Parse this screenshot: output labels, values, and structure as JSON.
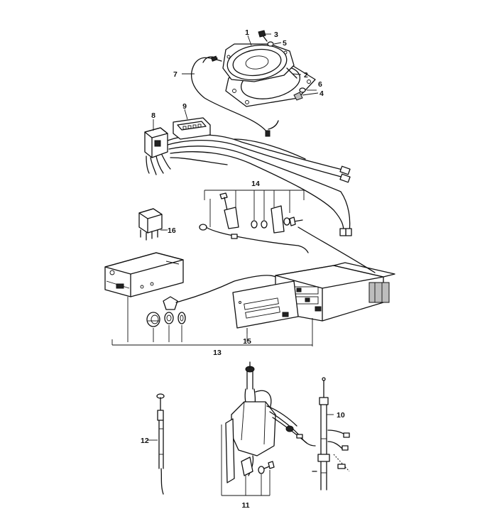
{
  "callouts": [
    {
      "id": "1",
      "label": "1"
    },
    {
      "id": "2",
      "label": "2"
    },
    {
      "id": "3",
      "label": "3"
    },
    {
      "id": "4",
      "label": "4"
    },
    {
      "id": "5",
      "label": "5"
    },
    {
      "id": "6",
      "label": "6"
    },
    {
      "id": "7",
      "label": "7"
    },
    {
      "id": "8",
      "label": "8"
    },
    {
      "id": "9",
      "label": "9"
    },
    {
      "id": "10",
      "label": "10"
    },
    {
      "id": "11",
      "label": "11"
    },
    {
      "id": "12",
      "label": "12"
    },
    {
      "id": "13",
      "label": "13"
    },
    {
      "id": "14",
      "label": "14"
    },
    {
      "id": "15",
      "label": "15"
    },
    {
      "id": "16",
      "label": "16"
    }
  ],
  "parts": {
    "speaker": "speaker",
    "speaker_frame": "speaker-frame",
    "wiring_harness": "wiring-harness",
    "relay": "relay",
    "radio_unit": "radio-unit",
    "radio_faceplate": "radio-faceplate",
    "amplifier": "amplifier",
    "power_antenna": "power-antenna",
    "manual_antenna": "manual-antenna"
  },
  "colors": {
    "line": "#111111",
    "background": "#ffffff"
  }
}
